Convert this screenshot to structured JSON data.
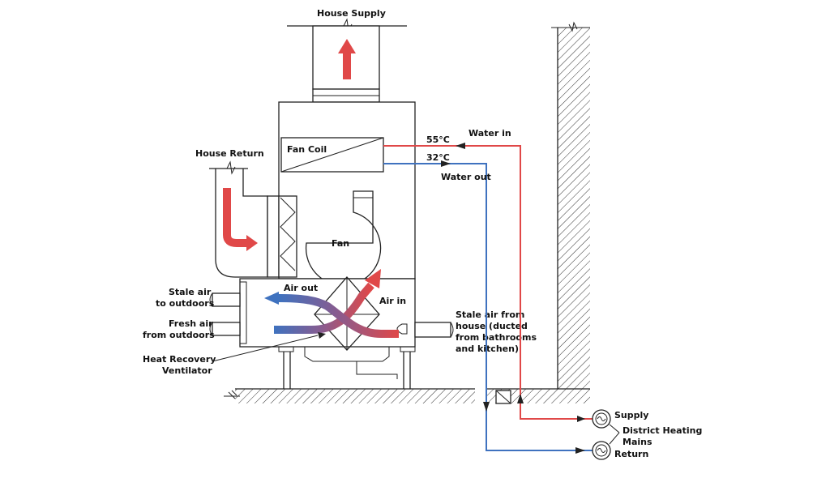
{
  "labels": {
    "house_supply": "House Supply",
    "house_return": "House Return",
    "fan_coil": "Fan Coil",
    "fan": "Fan",
    "air_out": "Air out",
    "air_in": "Air in",
    "stale_air_outdoors_1": "Stale air",
    "stale_air_outdoors_2": "to outdoors",
    "fresh_air_1": "Fresh air",
    "fresh_air_2": "from outdoors",
    "hrv_1": "Heat Recovery",
    "hrv_2": "Ventilator",
    "stale_house_1": "Stale air from",
    "stale_house_2": "house (ducted",
    "stale_house_3": "from bathrooms",
    "stale_house_4": "and kitchen)",
    "temp_in": "55°C",
    "temp_out": "32°C",
    "water_in": "Water in",
    "water_out": "Water out",
    "supply": "Supply",
    "district_1": "District Heating",
    "district_2": "Mains",
    "return": "Return"
  },
  "colors": {
    "hot": "#e04848",
    "cold": "#3f72bf",
    "line": "#222222",
    "mix": "#8a5b8e"
  }
}
